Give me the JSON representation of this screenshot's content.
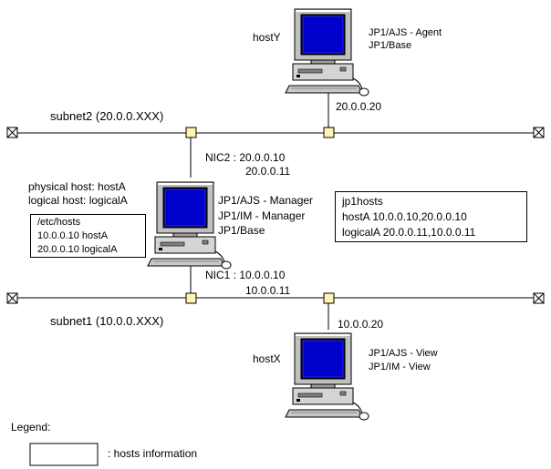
{
  "hosts": {
    "hostY": {
      "name": "hostY",
      "software": [
        "JP1/AJS - Agent",
        "JP1/Base"
      ],
      "ip": "20.0.0.20"
    },
    "hostX": {
      "name": "hostX",
      "software": [
        "JP1/AJS - View",
        "JP1/IM - View"
      ],
      "ip": "10.0.0.20"
    },
    "manager": {
      "physical_label": "physical host:  hostA",
      "logical_label": "logical host:  logicalA",
      "software": [
        "JP1/AJS - Manager",
        "JP1/IM - Manager",
        "JP1/Base"
      ],
      "nic2": [
        "NIC2 :  20.0.0.10",
        "20.0.0.11"
      ],
      "nic1": [
        "NIC1 :  10.0.0.10",
        "10.0.0.11"
      ]
    }
  },
  "subnets": {
    "subnet2": "subnet2 (20.0.0.XXX)",
    "subnet1": "subnet1 (10.0.0.XXX)"
  },
  "etc_hosts": {
    "title": "/etc/hosts",
    "lines": [
      "10.0.0.10 hostA",
      "20.0.0.10 logicalA"
    ]
  },
  "jp1hosts": {
    "title": "jp1hosts",
    "lines": [
      "hostA 10.0.0.10,20.0.0.10",
      "logicalA 20.0.0.11,10.0.0.11"
    ]
  },
  "legend": {
    "title": "Legend:",
    "item": ":  hosts information"
  }
}
